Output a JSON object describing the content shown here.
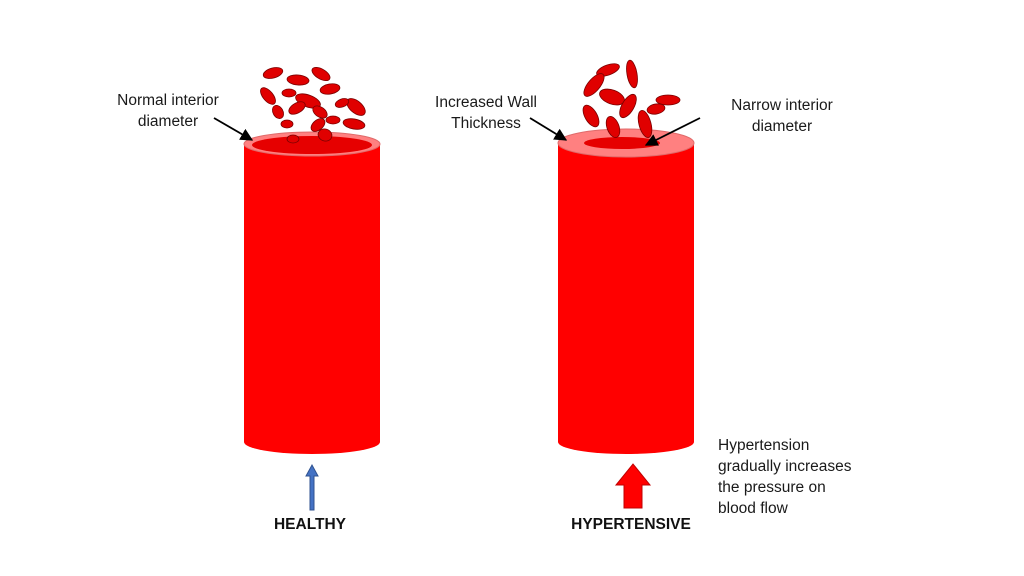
{
  "colors": {
    "vessel_body": "#ff0000",
    "vessel_rim": "#ff8080",
    "vessel_lumen": "#e60000",
    "cell_fill": "#e00000",
    "cell_stroke": "#7a0000",
    "healthy_arrow": "#4472c4",
    "hypertensive_arrow": "#ff0000"
  },
  "labels": {
    "normal_interior_diameter": "Normal interior\ndiameter",
    "increased_wall_thickness": "Increased Wall\nThickness",
    "narrow_interior_diameter": "Narrow interior\ndiameter",
    "hypertension_note": "Hypertension\ngradually increases\nthe pressure on\nblood flow"
  },
  "captions": {
    "healthy": "HEALTHY",
    "hypertensive": "HYPERTENSIVE"
  },
  "icons": {
    "healthy_arrow": "up-arrow-thin-icon",
    "hypertensive_arrow": "up-arrow-thick-icon"
  }
}
